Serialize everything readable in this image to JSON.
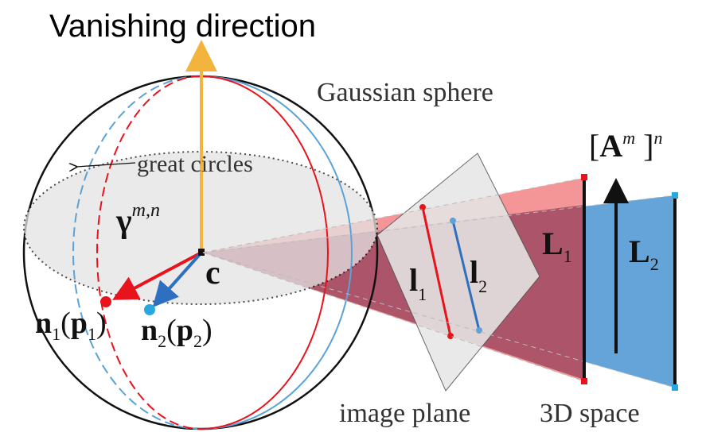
{
  "title": "Vanishing direction",
  "labels": {
    "gaussian_sphere": "Gaussian sphere",
    "great_circles": "great circles",
    "gamma": "γ",
    "gamma_sup": "m,n",
    "center": "c",
    "n1": "n",
    "n1_sub": "1",
    "p1": "p",
    "p1_sub": "1",
    "n2": "n",
    "n2_sub": "2",
    "p2": "p",
    "p2_sub": "2",
    "l1": "l",
    "l1_sub": "1",
    "l2": "l",
    "l2_sub": "2",
    "L1": "L",
    "L1_sub": "1",
    "L2": "L",
    "L2_sub": "2",
    "A": "A",
    "A_sup_m": "m",
    "A_sup_n": "n",
    "image_plane": "image plane",
    "space_3d": "3D space"
  },
  "colors": {
    "red": "#e8131b",
    "blue": "#2f6fc0",
    "light_blue": "#5aa2d8",
    "yellow": "#f2b43c",
    "red_cone": "#f38a8c",
    "dark_cone": "#a24a62",
    "blue_plane": "#5d9fd6",
    "ellipse_fill": "#e4e4e4",
    "image_plane_fill": "#e6e6e6"
  }
}
